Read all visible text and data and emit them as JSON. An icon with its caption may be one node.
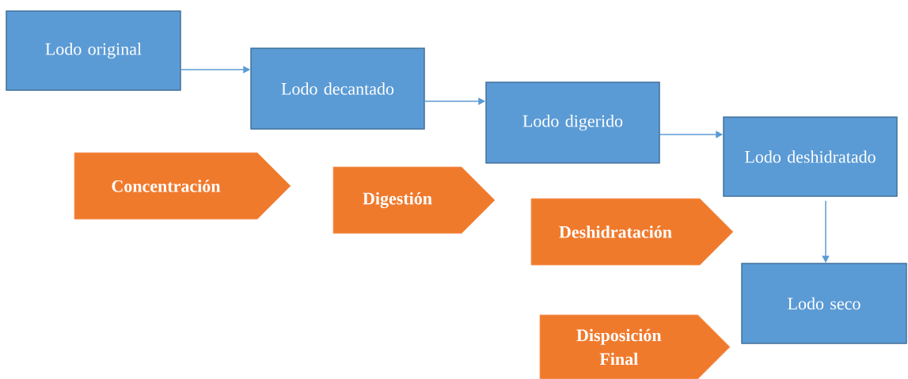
{
  "diagram": {
    "nodes": [
      {
        "text": [
          "Lodo original"
        ]
      },
      {
        "text": [
          "Lodo decantado"
        ]
      },
      {
        "text": [
          "Lodo digerido"
        ]
      },
      {
        "text": [
          "Lodo deshidratado"
        ]
      },
      {
        "text": [
          "Lodo seco"
        ]
      },
      {
        "text": [
          "Concentración"
        ]
      },
      {
        "text": [
          "Digestión"
        ]
      },
      {
        "text": [
          "Deshidratación"
        ]
      },
      {
        "text": [
          "Disposición Final"
        ]
      }
    ],
    "edges": [
      {
        "from": 0,
        "to": 1,
        "arrow": "to"
      },
      {
        "from": 1,
        "to": 2,
        "arrow": "to"
      },
      {
        "from": 2,
        "to": 3,
        "arrow": "to"
      },
      {
        "from": 3,
        "to": 4,
        "arrow": "to"
      }
    ]
  }
}
